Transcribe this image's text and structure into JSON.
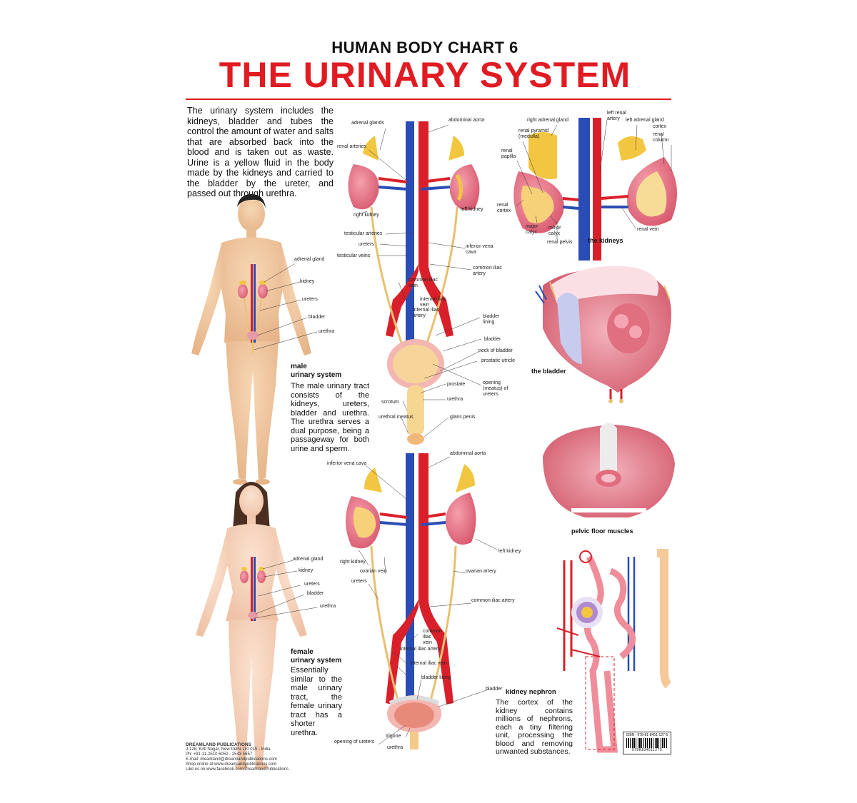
{
  "header": {
    "subtitle": "HUMAN BODY CHART 6",
    "title": "THE URINARY SYSTEM"
  },
  "intro": "The urinary system includes the kidneys, bladder and tubes the control the amount of water and salts that are absorbed back into the blood and is taken out as waste. Urine is a yellow fluid in the body made by the kidneys and carried to the bladder by the ureter, and passed out through urethra.",
  "male": {
    "caption_line1": "male",
    "caption_line2": "urinary system",
    "text": "The male urinary tract consists of the kidneys, ureters, bladder and urethra. The urethra serves a dual purpose, being a passageway for both urine and sperm.",
    "body_labels": [
      "adrenal gland",
      "kidney",
      "ureters",
      "bladder",
      "urethra"
    ]
  },
  "female": {
    "caption_line1": "female",
    "caption_line2": "urinary system",
    "text": "Essentially similar to the male urinary tract, the female urinary tract has a shorter urethra.",
    "body_labels": [
      "adrenal gland",
      "kidney",
      "ureters",
      "bladder",
      "urethra"
    ]
  },
  "male_tract_labels": {
    "adrenal_glands": "adrenal glands",
    "abdominal_aorta": "abdominal aorta",
    "renal_arteries": "renal arteries",
    "right_kidney": "right kidney",
    "left_kidney": "left kidney",
    "testicular_arteries": "testicular arteries",
    "ureters": "ureters",
    "testicular_veins": "testicular veins",
    "inferior_vena_cava": "inferior vena cava",
    "common_iliac_artery": "common iliac artery",
    "common_iliac_vein": "common iliac vein",
    "internal_iliac_vein": "internal iliac vein",
    "internal_iliac_artery": "internal iliac artery",
    "bladder_lining": "bladder lining",
    "bladder": "bladder",
    "neck_of_bladder": "neck of bladder",
    "prostatic_utricle": "prostatic utricle",
    "prostate": "prostate",
    "opening_of_ureters": "opening (meatus) of ureters",
    "scrotum": "scrotum",
    "urethra": "urethra",
    "urethral_meatus": "urethral meatus",
    "glans_penis": "glans penis"
  },
  "kidneys_detail": {
    "caption": "the kidneys",
    "labels": {
      "right_adrenal_gland": "right adrenal gland",
      "left_renal_artery": "left renal artery",
      "left_adrenal_gland": "left adrenal gland",
      "cortex": "cortex",
      "renal_column": "renal column",
      "renal_pyramid": "renal pyramid (medulla)",
      "renal_papilla": "renal papilla",
      "renal_cortex": "renal cortex",
      "major_calyx": "major calyx",
      "minor_calyx": "minor calyx",
      "renal_pelvis": "renal pelvis",
      "renal_vein": "renal vein"
    }
  },
  "bladder_detail": {
    "caption": "the bladder"
  },
  "pelvic_floor": {
    "caption": "pelvic floor muscles"
  },
  "female_tract_labels": {
    "inferior_vena_cava": "inferior vena cava",
    "abdominal_aorta": "abdominal aorta",
    "right_kidney": "right kidney",
    "left_kidney": "left kidney",
    "ovarian_vein": "ovarian vein",
    "ovarian_artery": "ovarian artery",
    "ureters": "ureters",
    "common_iliac_artery": "common iliac artery",
    "common_iliac_vein": "common iliac vein",
    "internal_iliac_artery": "internal iliac artery",
    "internal_iliac_vein": "internal iliac vein",
    "bladder_lining": "bladder lining",
    "bladder": "bladder",
    "trigone": "trigone",
    "opening_of_ureters": "opening of ureters",
    "urethra": "urethra"
  },
  "nephron": {
    "caption": "kidney nephron",
    "text": "The cortex of the kidney contains millions of nephrons, each a tiny filtering unit, processing the blood and removing unwanted substances."
  },
  "publisher": {
    "name": "DREAMLAND PUBLICATIONS",
    "line1": "J-128, Kirti Nagar, New Delhi-110 015 - India",
    "line2": "Ph: +91-11-2510 6050 - 2543 5657",
    "line3": "E-mail: dreamland@dreamlandpublications.com",
    "line4": "Shop online at www.dreamlandpublications.com",
    "line5": "Like us on www.facebook.com/DreamlandPublications"
  },
  "isbn": "ISBN : 978-81-8451-127-5",
  "barcode_digits": "9788184511275",
  "colors": {
    "title_red": "#e01b22",
    "artery_red": "#d9202a",
    "vein_blue": "#2a4db5",
    "kidney_pink": "#e77a8a",
    "adrenal_yellow": "#f2c640",
    "skin": "#f2c8a0",
    "muscle_pink": "#e58a96"
  }
}
